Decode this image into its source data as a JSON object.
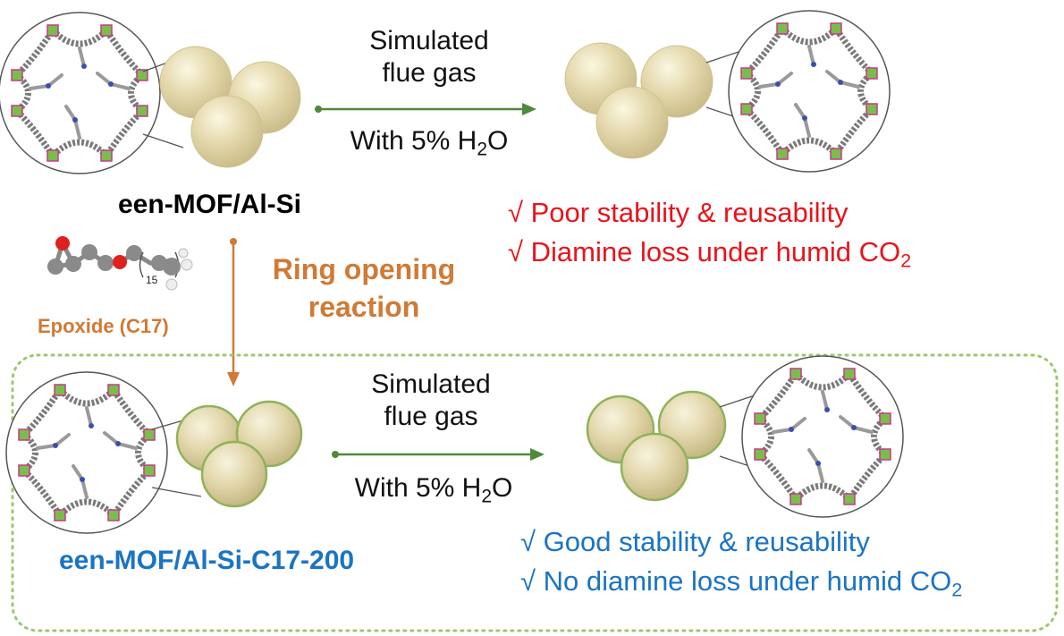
{
  "top": {
    "condition": {
      "line1": "Simulated",
      "line2": "flue gas",
      "line3_prefix": "With 5% H",
      "line3_sub": "2",
      "line3_suffix": "O"
    },
    "material_name": "een-MOF/Al-Si",
    "outcomes": {
      "item1": "√ Poor stability & reusability",
      "item2_main": "√ Diamine loss under humid CO",
      "item2_sub": "2"
    }
  },
  "modification": {
    "reaction_line1": "Ring opening",
    "reaction_line2": "reaction",
    "reagent_label": "Epoxide (C17)",
    "repeat_count": "15"
  },
  "bottom": {
    "condition": {
      "line1": "Simulated",
      "line2": "flue gas",
      "line3_prefix": "With 5% H",
      "line3_sub": "2",
      "line3_suffix": "O"
    },
    "material_name": "een-MOF/Al-Si-C17-200",
    "outcomes": {
      "item1": "√ Good stability & reusability",
      "item2_main": "√ No diamine loss under humid CO",
      "item2_sub": "2"
    }
  },
  "colors": {
    "arrow_green": "#4f8a3a",
    "reaction_orange": "#d07a35",
    "bad_red": "#e8141b",
    "good_blue": "#1a74c4",
    "box_border": "#9cc86a",
    "sphere_fill": "#e7dcb0",
    "shell_green": "#8fb35a"
  }
}
